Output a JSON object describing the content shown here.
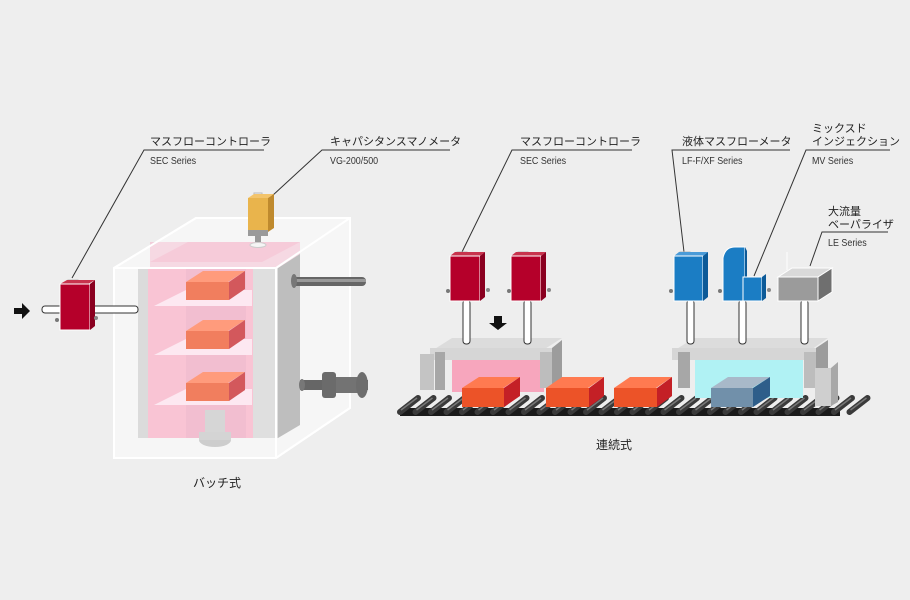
{
  "batch": {
    "caption": "バッチ式",
    "labels": [
      {
        "name": "マスフローコントローラ",
        "series": "SEC Series"
      },
      {
        "name": "キャパシタンスマノメータ",
        "series": "VG-200/500"
      }
    ]
  },
  "continuous": {
    "caption": "連続式",
    "labels": [
      {
        "name": "マスフローコントローラ",
        "series": "SEC Series"
      },
      {
        "name": "液体マスフローメータ",
        "series": "LF-F/XF Series"
      },
      {
        "name_line1": "ミックスド",
        "name_line2": "インジェクション",
        "series": "MV Series"
      },
      {
        "name_line1": "大流量",
        "name_line2": "ベーパライザ",
        "series": "LE Series"
      }
    ]
  },
  "colors": {
    "mfc_red": "#b5002a",
    "gauge_yellow": "#e9b44c",
    "liquid_blue": "#1b7dc4",
    "vaporizer_gray": "#9b9b9b",
    "workpiece_orange": "#ee5528",
    "chamber_pink": "#f7a6bd",
    "chamber_cyan": "#b0f2f4",
    "workpiece_blue_gray": "#7190aa"
  }
}
